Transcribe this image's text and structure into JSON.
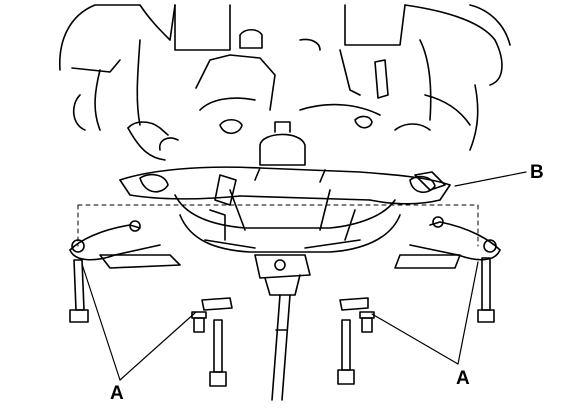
{
  "callouts": {
    "b": "B",
    "a_left": "A",
    "a_right": "A"
  }
}
